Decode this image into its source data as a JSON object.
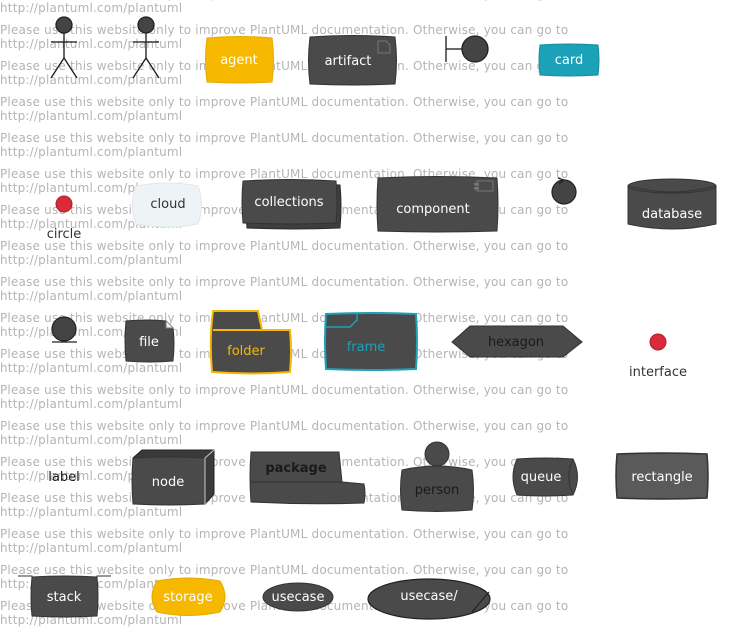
{
  "watermark": {
    "line1": "Please use this website only to improve PlantUML documentation. Otherwise, you can go to",
    "line2": "http://plantuml.com/plantuml"
  },
  "elements": {
    "actor": "",
    "actor_slash": "",
    "agent": "agent",
    "artifact": "artifact",
    "boundary": "",
    "card": "card",
    "circle": "circle",
    "cloud": "cloud",
    "collections": "collections",
    "component": "component",
    "control": "",
    "database": "database",
    "entity": "",
    "file": "file",
    "folder": "folder",
    "frame": "frame",
    "hexagon": "hexagon",
    "interface": "interface",
    "label": "label",
    "node": "node",
    "package": "package",
    "person": "person",
    "queue": "queue",
    "rectangle": "rectangle",
    "stack": "stack",
    "storage": "storage",
    "usecase": "usecase",
    "usecase_business": "usecase/"
  },
  "colors": {
    "dark_fill": "#4a4a4a",
    "gold": "#f7b900",
    "teal": "#1ba1b8",
    "red": "#d92b3a",
    "cloud_fill": "#eef4f6",
    "light_text": "#ffffff",
    "watermark_text": "#b5b5b5"
  }
}
